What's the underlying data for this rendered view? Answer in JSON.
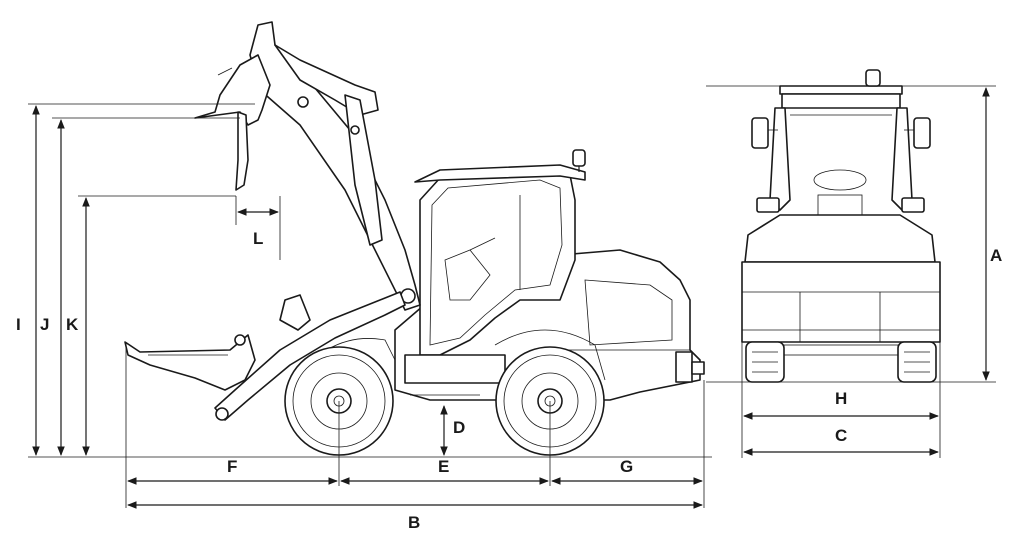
{
  "dimensions": {
    "A": "A",
    "B": "B",
    "C": "C",
    "D": "D",
    "E": "E",
    "F": "F",
    "G": "G",
    "H": "H",
    "I": "I",
    "J": "J",
    "K": "K",
    "L": "L"
  },
  "colors": {
    "line": "#1a1a1a",
    "background": "#ffffff"
  }
}
